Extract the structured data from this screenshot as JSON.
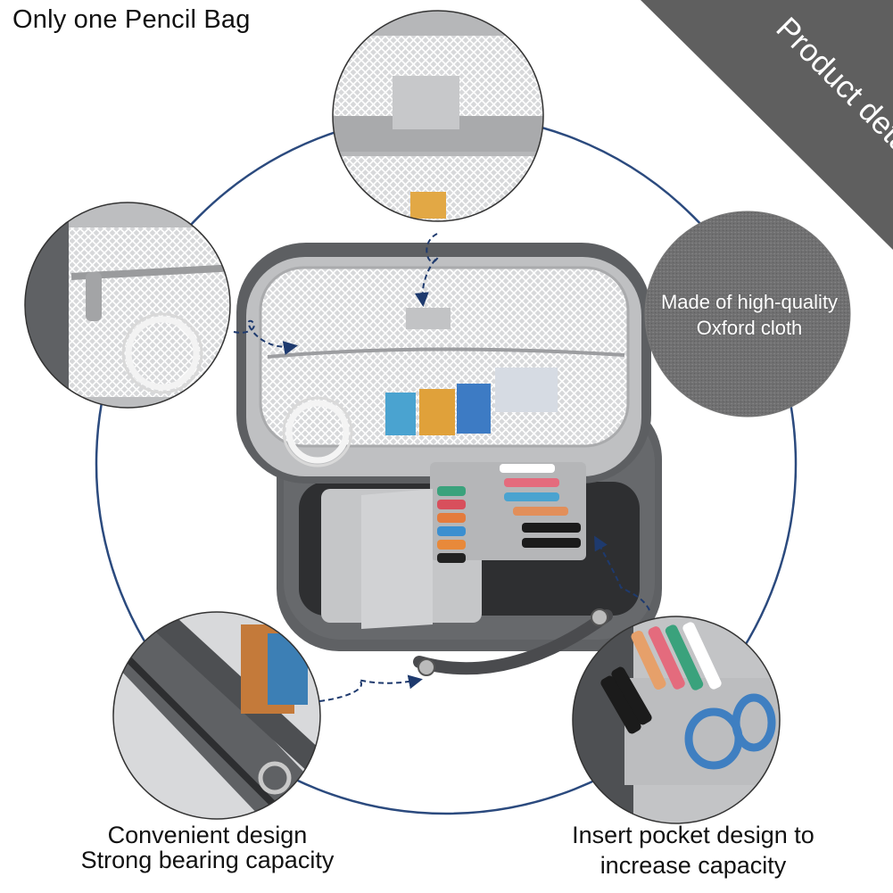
{
  "page": {
    "title": "Only one Pencil Bag",
    "banner": "Product details"
  },
  "callouts": {
    "fabric": {
      "line1": "Made of high-quality",
      "line2": "Oxford cloth"
    },
    "bottom_left": {
      "line1": "Convenient design",
      "line2": "Strong bearing capacity"
    },
    "bottom_right": {
      "line1": "Insert pocket design to",
      "line2": "increase capacity"
    }
  },
  "colors": {
    "ring": "#2b4a7e",
    "banner": "#5f5f5f",
    "fabric": "#6f6f70",
    "bag": "#606265",
    "lining": "#b9babc",
    "arrow": "#1e3a6e"
  },
  "icons": {
    "connector": "dashed-arrow-icon"
  }
}
